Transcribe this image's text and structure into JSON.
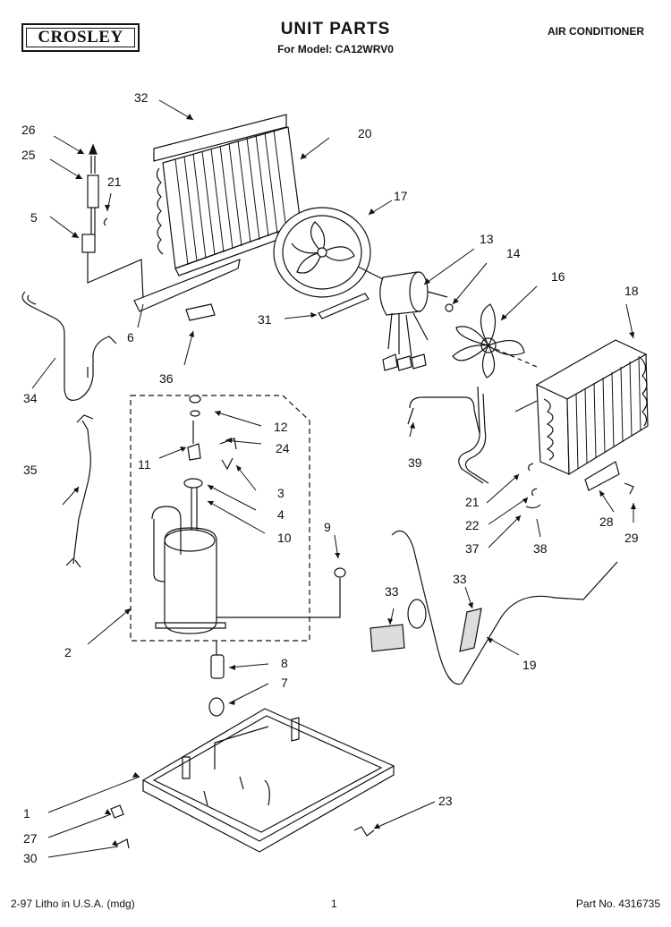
{
  "header": {
    "brand": "CROSLEY",
    "title": "UNIT PARTS",
    "subtitle": "For Model: CA12WRV0",
    "category": "AIR CONDITIONER"
  },
  "callouts": [
    "1",
    "2",
    "3",
    "4",
    "5",
    "6",
    "7",
    "8",
    "9",
    "10",
    "11",
    "12",
    "13",
    "14",
    "16",
    "17",
    "18",
    "19",
    "20",
    "21",
    "21",
    "22",
    "23",
    "24",
    "25",
    "26",
    "27",
    "28",
    "29",
    "30",
    "31",
    "32",
    "33",
    "33",
    "34",
    "35",
    "36",
    "37",
    "38",
    "39"
  ],
  "footer": {
    "left": "2-97 Litho in U.S.A. (mdg)",
    "page": "1",
    "part_no": "Part No. 4316735"
  }
}
